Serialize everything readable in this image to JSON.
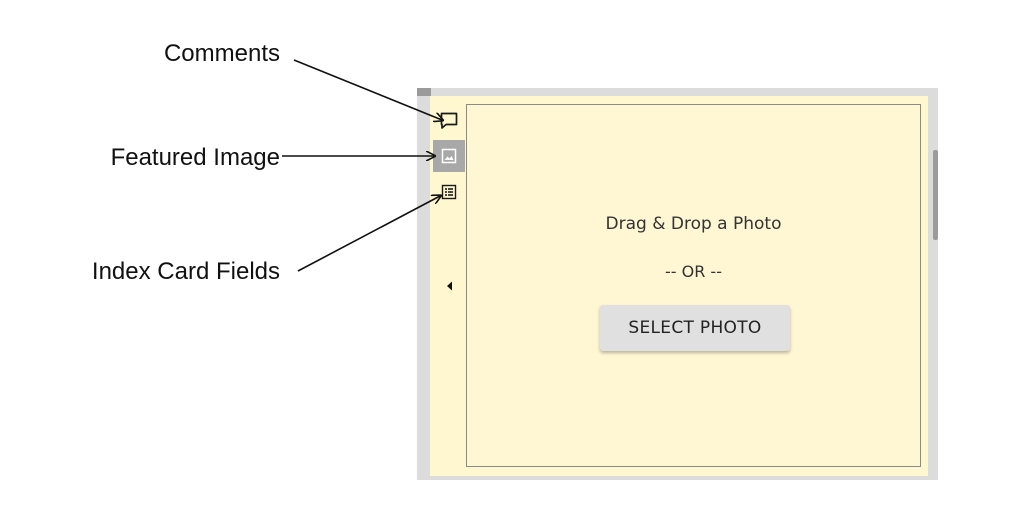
{
  "annotations": {
    "comments": "Comments",
    "featured_image": "Featured Image",
    "index_card_fields": "Index Card Fields"
  },
  "rail": {
    "items": [
      {
        "icon": "comment-icon",
        "selected": false
      },
      {
        "icon": "image-icon",
        "selected": true
      },
      {
        "icon": "list-icon",
        "selected": false
      }
    ],
    "collapse_icon": "caret-left-icon"
  },
  "dropzone": {
    "title": "Drag & Drop a Photo",
    "or_text": "-- OR --",
    "button_label": "SELECT PHOTO"
  },
  "colors": {
    "panel_background": "#fff7cf",
    "selected_rail_item": "#a8a8a8",
    "button_background": "#e0e0e0"
  }
}
